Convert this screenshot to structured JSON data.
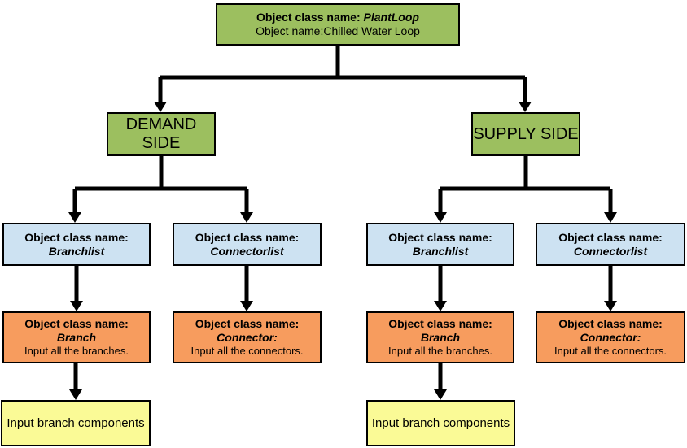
{
  "diagram": {
    "root": {
      "class_label": "Object class name:",
      "class_name": "PlantLoop",
      "object_line": "Object name:Chilled Water Loop"
    },
    "demand": {
      "label": "DEMAND SIDE"
    },
    "supply": {
      "label": "SUPPLY SIDE"
    },
    "branchlist": {
      "class_label": "Object class name:",
      "class_name": "Branchlist"
    },
    "connectorlist": {
      "class_label": "Object class name:",
      "class_name": "Connectorlist"
    },
    "branch": {
      "class_label": "Object class name:",
      "class_name": "Branch",
      "note": "Input all the branches."
    },
    "connector": {
      "class_label": "Object class name:",
      "class_name": "Connector:",
      "note": "Input all the connectors."
    },
    "components": {
      "label": "Input branch components"
    }
  },
  "colors": {
    "green": "#9CBF5F",
    "blue": "#CDE2F2",
    "orange": "#F79C5E",
    "yellow": "#FAFA96",
    "line": "#000000"
  }
}
